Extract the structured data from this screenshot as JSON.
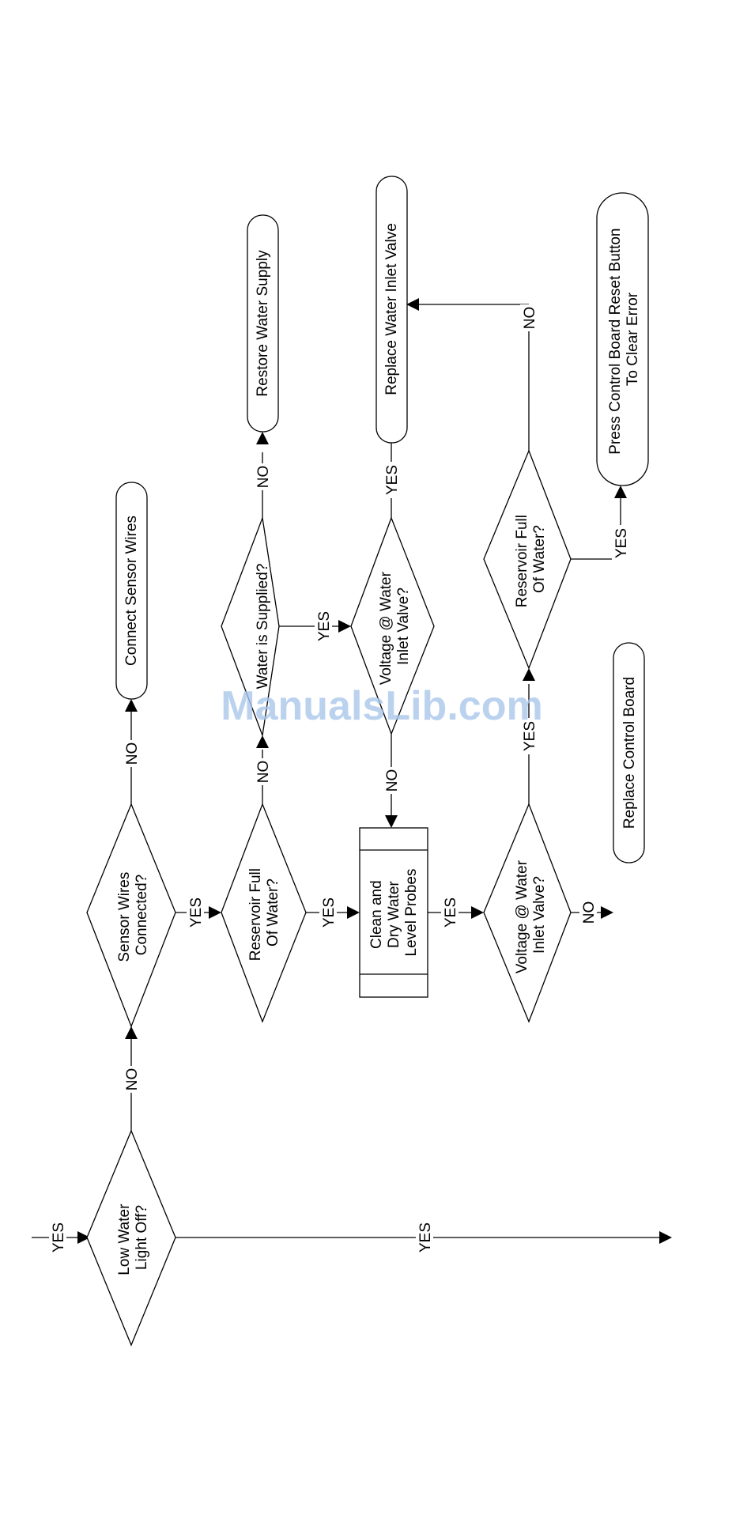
{
  "watermark": "ManualsLib.com",
  "colors": {
    "ink": "#000000",
    "watermark": "#a9c7ea"
  },
  "nodes": {
    "low_water": [
      "Low Water",
      "Light Off?"
    ],
    "sensor_wires": [
      "Sensor Wires",
      "Connected?"
    ],
    "connect_sensor": "Connect Sensor Wires",
    "reservoir_full_1": [
      "Reservoir Full",
      "Of Water?"
    ],
    "water_supplied": "Water is Supplied?",
    "restore_supply": "Restore Water Supply",
    "voltage_1": [
      "Voltage @ Water",
      "Inlet Valve?"
    ],
    "replace_valve": "Replace Water Inlet Valve",
    "clean_probes": [
      "Clean and",
      "Dry Water",
      "Level Probes"
    ],
    "voltage_2": [
      "Voltage @ Water",
      "Inlet Valve?"
    ],
    "replace_board": "Replace Control Board",
    "reservoir_full_2": [
      "Reservoir Full",
      "Of Water?"
    ],
    "press_reset": [
      "Press Control Board Reset Button",
      "To Clear Error"
    ]
  },
  "labels": {
    "entry": "YES",
    "low_to_sensor": "NO",
    "low_to_exit": "YES",
    "sensor_to_connect": "NO",
    "sensor_to_reservoir": "YES",
    "reservoir_to_supplied": "NO",
    "reservoir_to_clean": "YES",
    "supplied_to_restore": "NO",
    "supplied_to_voltage": "YES",
    "voltage_to_replace_valve": "YES",
    "voltage_to_clean": "NO",
    "clean_to_voltage2": "YES",
    "voltage2_to_board": "NO",
    "voltage2_to_reservoir2": "YES",
    "reservoir2_to_reset": "YES",
    "reservoir2_to_valve": "NO"
  }
}
